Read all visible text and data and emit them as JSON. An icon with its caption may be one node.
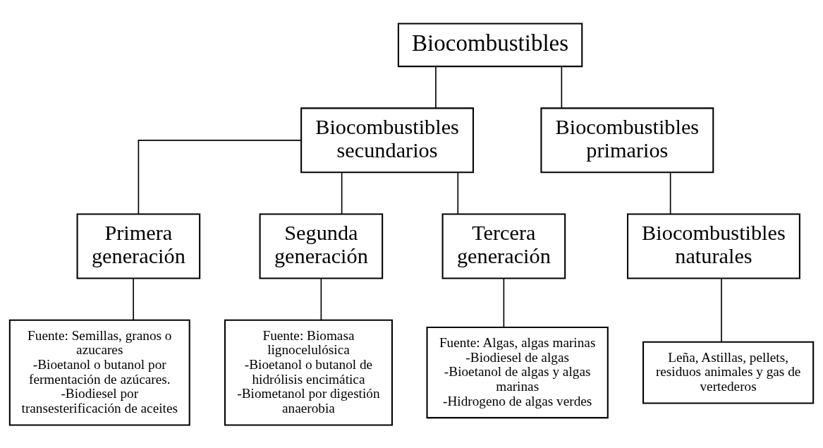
{
  "diagram": {
    "nodes": [
      {
        "text": [
          "Biocombustibles"
        ]
      },
      {
        "text": [
          "Biocombustibles secundarios"
        ]
      },
      {
        "text": [
          "Biocombustibles primarios"
        ]
      },
      {
        "text": [
          "Primera generación"
        ]
      },
      {
        "text": [
          "Segunda generación"
        ]
      },
      {
        "text": [
          "Tercera generación"
        ]
      },
      {
        "text": [
          "Biocombustibles naturales"
        ]
      },
      {
        "text": [
          "Fuente: Semillas, granos o azucares",
          "-Bioetanol o butanol por fermentación de azúcares.",
          "-Biodiesel por transesterificación de aceites"
        ]
      },
      {
        "text": [
          "Fuente: Biomasa lignocelulósica",
          "-Bioetanol o butanol de hidrólisis encimática",
          "-Biometanol por digestión anaerobia"
        ]
      },
      {
        "text": [
          "Fuente: Algas, algas marinas",
          "-Biodiesel de algas",
          "-Bioetanol de algas y algas marinas",
          "-Hidrogeno de algas verdes"
        ]
      },
      {
        "text": [
          "Leña, Astillas, pellets, residuos animales y gas de vertederos"
        ]
      }
    ],
    "edges": [
      {
        "from": 0,
        "to": 1,
        "arrow": "none"
      },
      {
        "from": 0,
        "to": 2,
        "arrow": "none"
      },
      {
        "from": 1,
        "to": 3,
        "arrow": "none"
      },
      {
        "from": 1,
        "to": 4,
        "arrow": "none"
      },
      {
        "from": 1,
        "to": 5,
        "arrow": "none"
      },
      {
        "from": 2,
        "to": 6,
        "arrow": "none"
      },
      {
        "from": 3,
        "to": 7,
        "arrow": "none"
      },
      {
        "from": 4,
        "to": 8,
        "arrow": "none"
      },
      {
        "from": 5,
        "to": 9,
        "arrow": "none"
      },
      {
        "from": 6,
        "to": 10,
        "arrow": "none"
      }
    ]
  }
}
